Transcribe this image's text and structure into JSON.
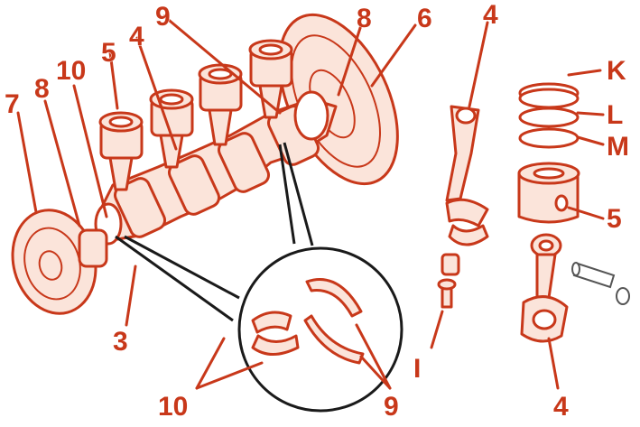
{
  "labels": {
    "k": "K",
    "l": "L",
    "m": "M",
    "i": "I",
    "n3": "3",
    "n4_top": "4",
    "n4_rod": "4",
    "n4_bottom": "4",
    "n5_left": "5",
    "n5_right": "5",
    "n6": "6",
    "n7": "7",
    "n8_left": "8",
    "n8_right": "8",
    "n9_top": "9",
    "n9_bottom": "9",
    "n10_top": "10",
    "n10_bottom": "10"
  },
  "colors": {
    "line": "#c8381a",
    "fill": "#fbe4da",
    "callout": "#1a1a1a"
  }
}
